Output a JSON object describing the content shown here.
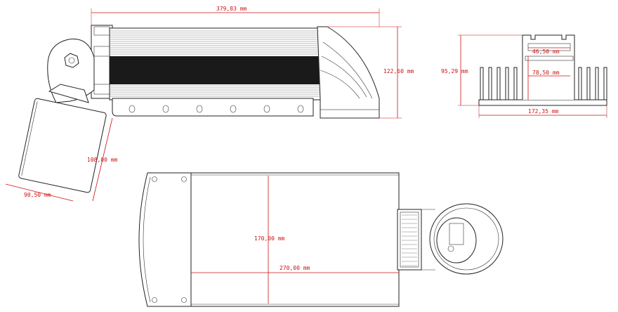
{
  "dimensions": {
    "side_length": "379,83 mm",
    "side_height": "122,60 mm",
    "bracket_height": "108,00 mm",
    "bracket_width": "90,50 mm",
    "heatsink_height": "95,29 mm",
    "heatsink_channel_width": "46,50 mm",
    "heatsink_channel_depth": "78,50 mm",
    "heatsink_width": "172,35 mm",
    "top_width": "170,00 mm",
    "top_length": "270,00 mm"
  },
  "colors": {
    "dimension": "#cc1111",
    "outline": "#222222"
  }
}
